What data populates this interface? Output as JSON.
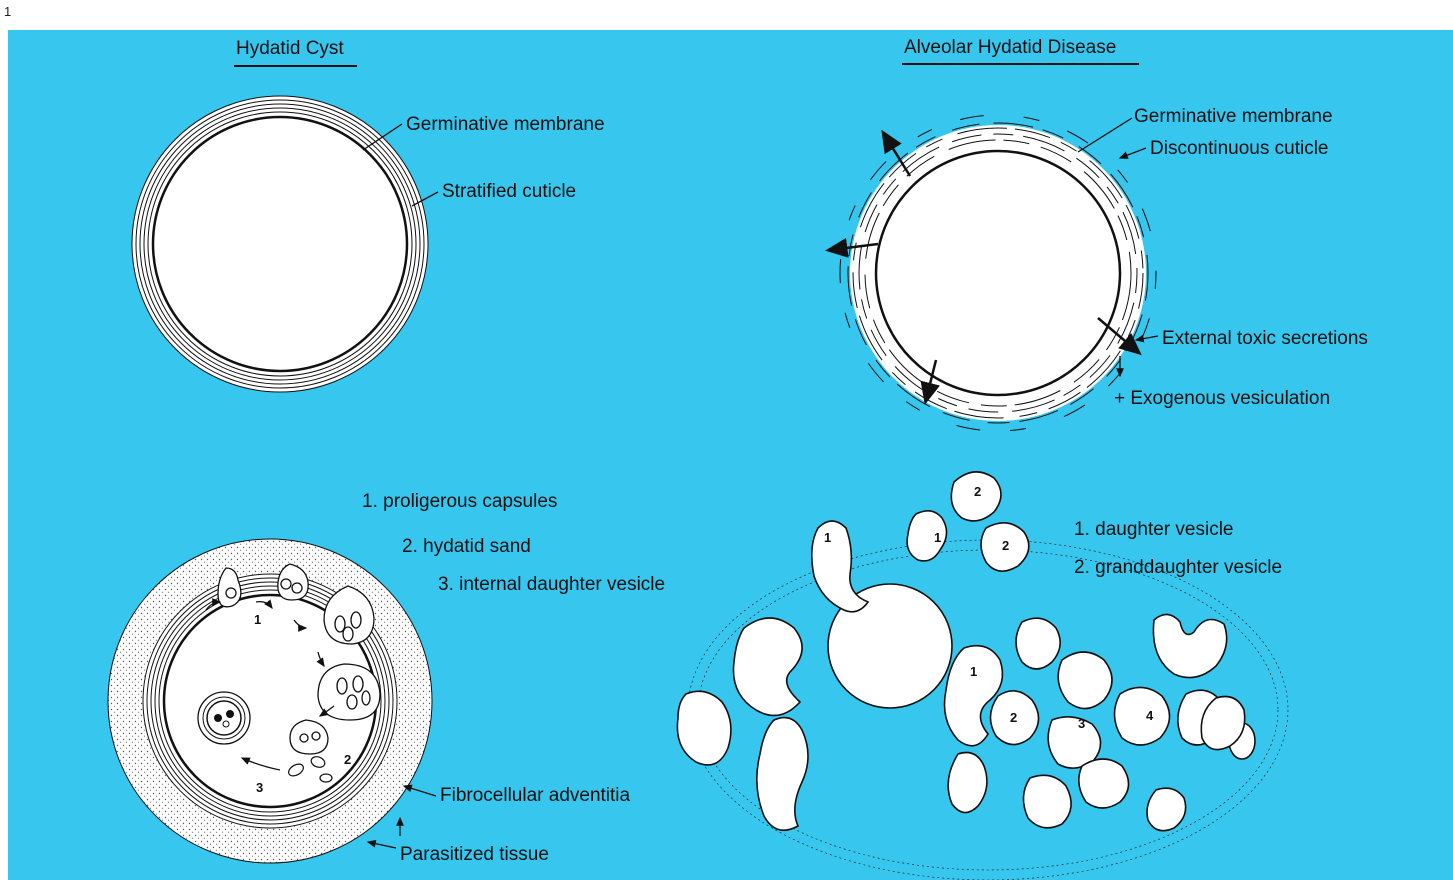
{
  "page_number": "1",
  "colors": {
    "panel": "#37c6ee",
    "line": "#111111",
    "cyst_fill": "#ffffff"
  },
  "hydatid_cyst": {
    "title": "Hydatid Cyst",
    "labels": {
      "germinative_membrane": "Germinative membrane",
      "stratified_cuticle": "Stratified cuticle"
    }
  },
  "alveolar": {
    "title": "Alveolar Hydatid Disease",
    "labels": {
      "germinative_membrane": "Germinative membrane",
      "discontinuous_cuticle": "Discontinuous cuticle",
      "external_toxic_secretions": "External toxic secretions",
      "exogenous_vesiculation": "+ Exogenous vesiculation"
    }
  },
  "cyst_contents": {
    "legend": [
      "1.  proligerous capsules",
      "2.  hydatid sand",
      "3.  internal daughter vesicle"
    ],
    "numbers": [
      "1",
      "2",
      "3"
    ],
    "labels": {
      "fibrocellular_adventitia": "Fibrocellular adventitia",
      "parasitized_tissue": "Parasitized tissue"
    }
  },
  "alveolar_growth": {
    "legend": [
      "1.  daughter vesicle",
      "2.  granddaughter vesicle"
    ],
    "numbers": [
      "1",
      "1",
      "2",
      "2",
      "1",
      "2",
      "3",
      "4"
    ]
  }
}
